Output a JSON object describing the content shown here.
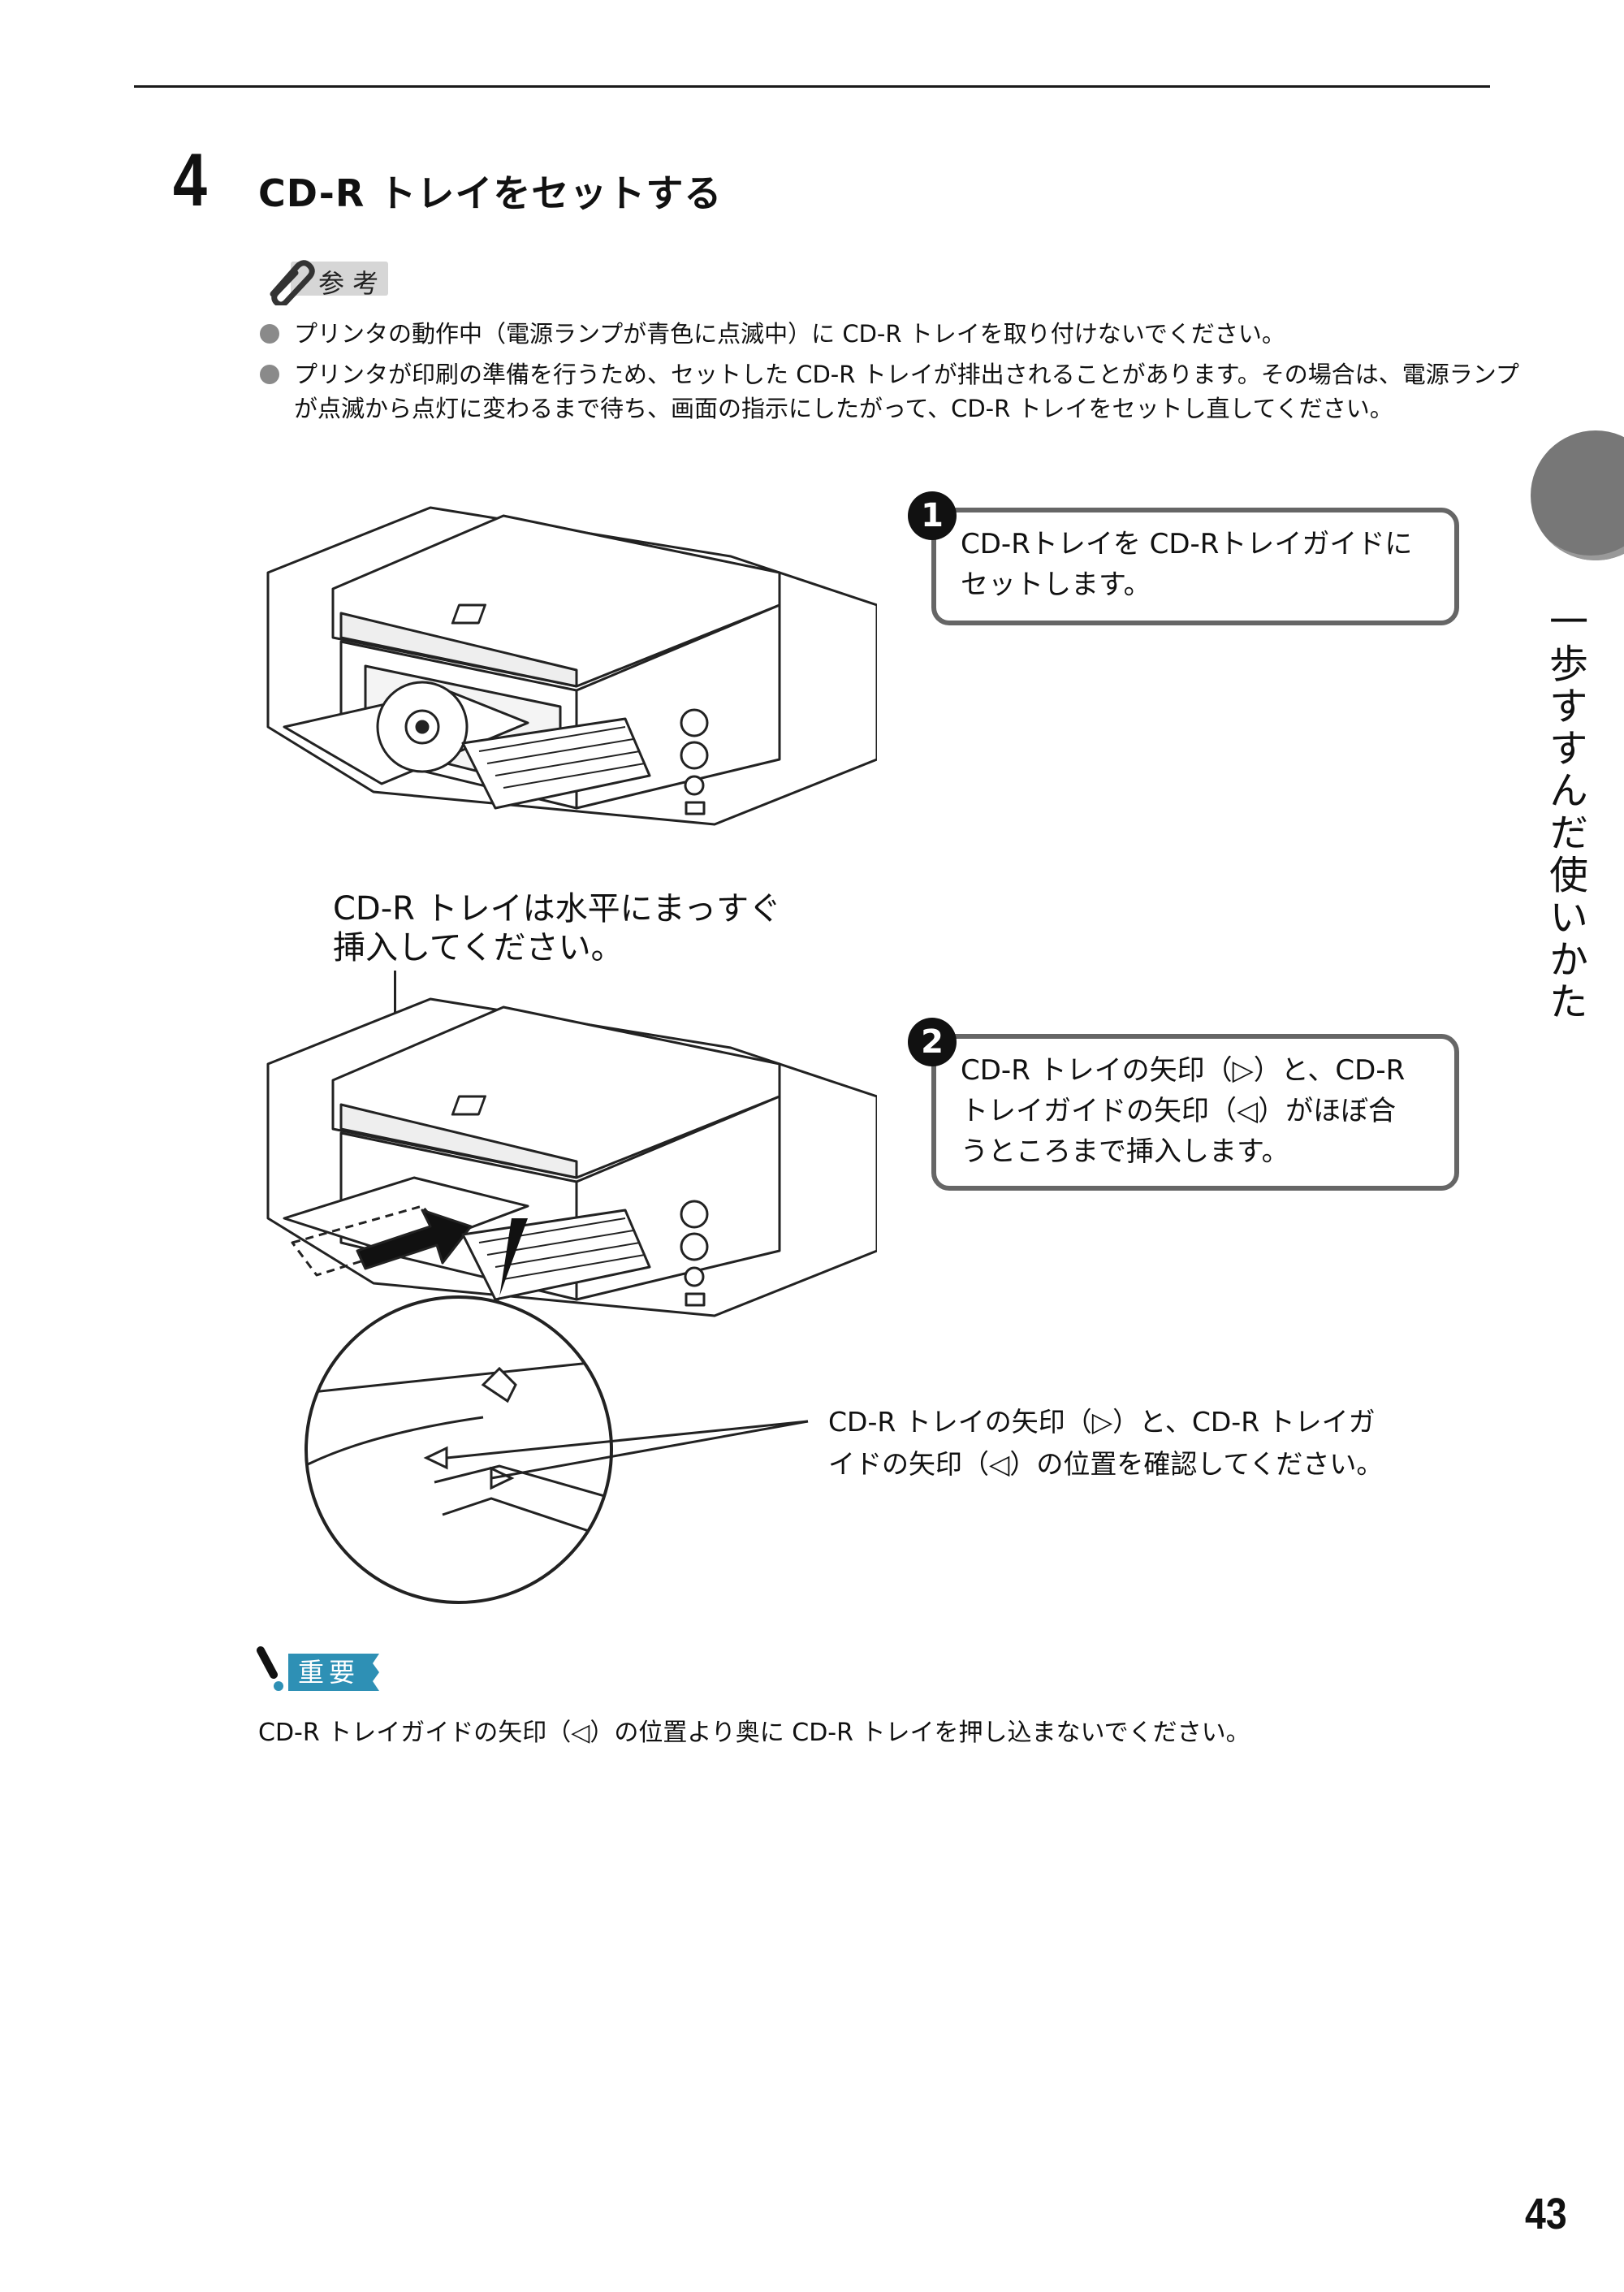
{
  "step": {
    "number": "4",
    "title": "CD-R トレイをセットする"
  },
  "reference": {
    "label": "参 考",
    "notes": [
      "プリンタの動作中（電源ランプが青色に点滅中）に CD-R トレイを取り付けないでください。",
      "プリンタが印刷の準備を行うため、セットした CD-R トレイが排出されることがあります。その場合は、電源ランプが点滅から点灯に変わるまで待ち、画面の指示にしたがって、CD-R トレイをセットし直してください。"
    ]
  },
  "side_tab": {
    "text": "一歩すすんだ使いかた"
  },
  "callout1": {
    "number": "1",
    "lines": [
      "CD-Rトレイを CD-Rトレイガイドに",
      "セットします。"
    ]
  },
  "instruction": {
    "lines": [
      "CD-R トレイは水平にまっすぐ",
      "挿入してください。"
    ]
  },
  "callout2": {
    "number": "2",
    "lines": [
      "CD-R トレイの矢印（▷）と、CD-R",
      "トレイガイドの矢印（◁）がほぼ合",
      "うところまで挿入します。"
    ]
  },
  "zoom_caption": {
    "lines": [
      "CD-R トレイの矢印（▷）と、CD-R トレイガ",
      "イドの矢印（◁）の位置を確認してください。"
    ]
  },
  "important": {
    "label": "重要",
    "text": "CD-R トレイガイドの矢印（◁）の位置より奥に CD-R トレイを押し込まないでください。"
  },
  "page_number": "43"
}
